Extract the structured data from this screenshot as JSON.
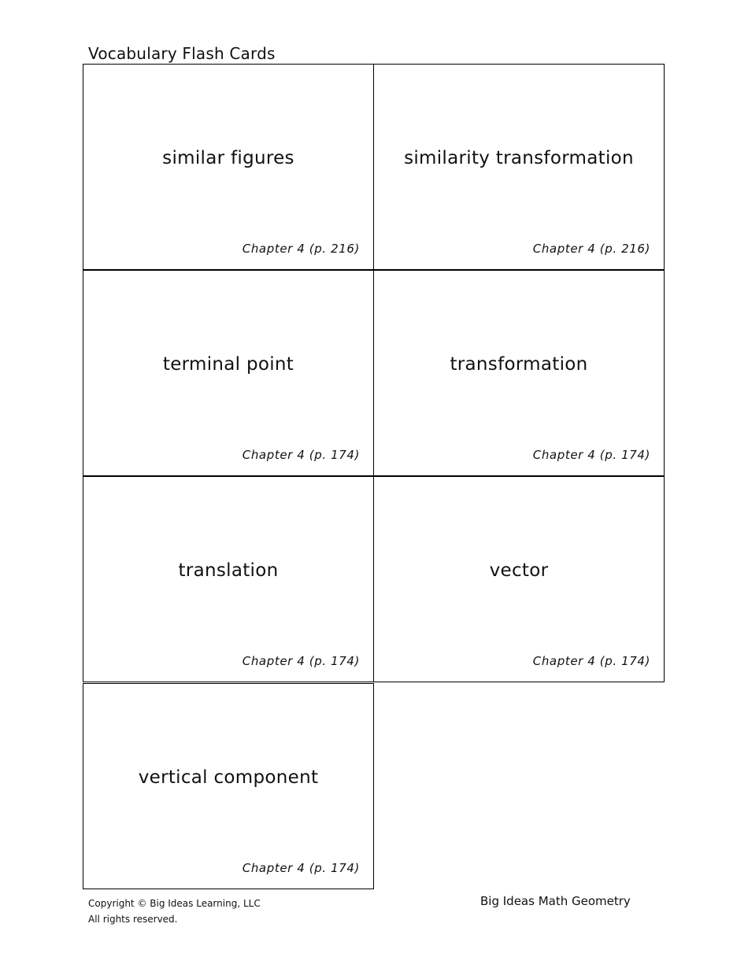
{
  "header": {
    "title": "Vocabulary Flash Cards"
  },
  "cards": [
    {
      "term": "similar figures",
      "ref": "Chapter 4 (p. 216)"
    },
    {
      "term": "similarity transformation",
      "ref": "Chapter 4 (p. 216)"
    },
    {
      "term": "terminal point",
      "ref": "Chapter 4 (p. 174)"
    },
    {
      "term": "transformation",
      "ref": "Chapter 4 (p. 174)"
    },
    {
      "term": "translation",
      "ref": "Chapter 4 (p. 174)"
    },
    {
      "term": "vector",
      "ref": "Chapter 4 (p. 174)"
    },
    {
      "term": "vertical component",
      "ref": "Chapter 4 (p. 174)"
    }
  ],
  "footer": {
    "copyright": "Copyright © Big Ideas Learning, LLC",
    "rights": "All rights reserved.",
    "book": "Big Ideas Math Geometry"
  }
}
